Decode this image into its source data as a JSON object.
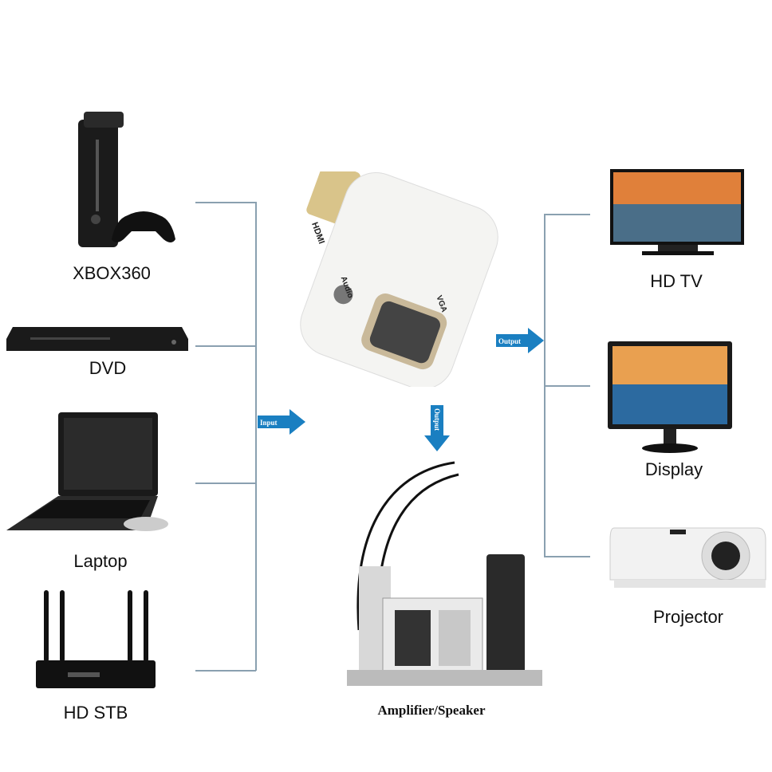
{
  "sources": [
    {
      "label": "XBOX360",
      "icon": "xbox360-console-icon"
    },
    {
      "label": "DVD",
      "icon": "dvd-player-icon"
    },
    {
      "label": "Laptop",
      "icon": "laptop-icon"
    },
    {
      "label": "HD STB",
      "icon": "set-top-box-router-icon"
    }
  ],
  "outputs": [
    {
      "label": "HD TV",
      "icon": "hd-tv-icon"
    },
    {
      "label": "Display",
      "icon": "monitor-icon"
    },
    {
      "label": "Projector",
      "icon": "projector-icon"
    }
  ],
  "audio_output": {
    "label": "Amplifier/Speaker",
    "icon": "speaker-system-icon"
  },
  "adapter": {
    "hdmi_label": "HDMI",
    "audio_label": "Audio",
    "vga_label": "VGA"
  },
  "arrows": {
    "input": "Input",
    "output_right": "Output",
    "output_down": "Output"
  },
  "colors": {
    "arrow": "#1a7fc1",
    "connector_line": "#8aa0b0",
    "adapter_body": "#f4f4f2",
    "hdmi_plug": "#d9c48a"
  }
}
